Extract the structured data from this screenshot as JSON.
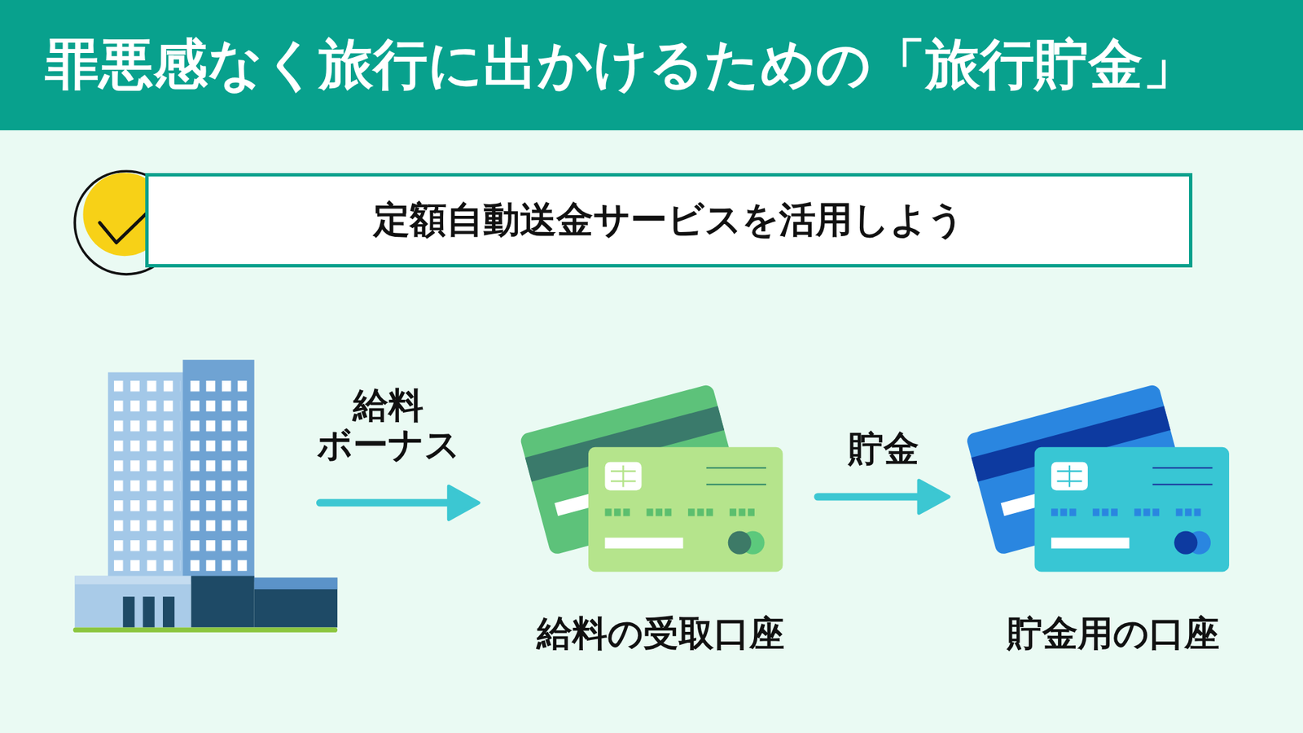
{
  "diagram": {
    "title": "罪悪感なく旅行に出かけるための「旅行貯金」",
    "nodes": [
      {
        "text": [
          "定額自動送金サービスを活用しよう"
        ]
      },
      {
        "text": [
          "給料の受取口座"
        ]
      },
      {
        "text": [
          "貯金用の口座"
        ]
      }
    ],
    "edges": [
      {
        "from": 1,
        "to": 2,
        "label": "貯金",
        "arrow": "to"
      }
    ],
    "labels": [
      "給料 ボーナス"
    ]
  }
}
